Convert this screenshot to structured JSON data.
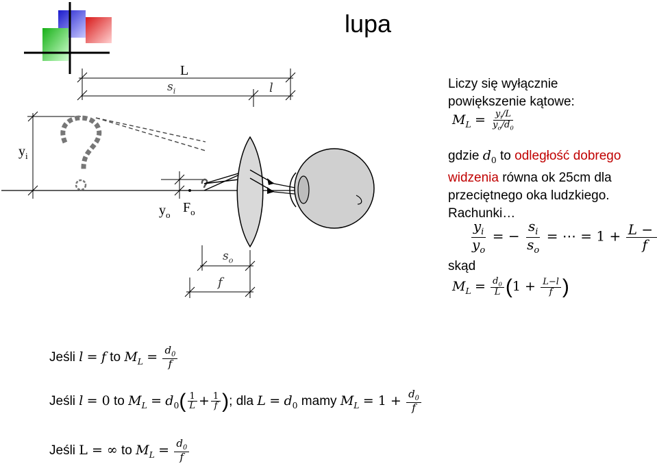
{
  "slide": {
    "title": "lupa",
    "logo": {
      "colors": [
        "#1f1fcc",
        "#cc2020",
        "#20b020",
        "#000000"
      ]
    }
  },
  "diagram": {
    "label_L": "L",
    "label_si": "s",
    "label_si_sub": "i",
    "label_l": "l",
    "label_yi": "y",
    "label_yi_sub": "i",
    "label_yo": "y",
    "label_yo_sub": "o",
    "label_Fo": "F",
    "label_Fo_sub": "o",
    "label_so": "s",
    "label_so_sub": "o",
    "label_f": "f"
  },
  "right_panel": {
    "intro_line1": "Liczy się wyłącznie",
    "intro_line2": "powiększenie kątowe:",
    "gdzie": "gdzie",
    "d0_to": "to",
    "red_phrase1": "odległość dobrego",
    "red_phrase2": "widzenia",
    "rest1": "równa ok 25cm dla",
    "rest2": "przeciętnego oka ludzkiego.",
    "rachunki": "Rachunki…",
    "skad": "skąd"
  },
  "bottom": {
    "case1_prefix": "Jeśli",
    "case1_mid": "to",
    "case2_prefix": "Jeśli",
    "case2_mid": "to",
    "case2_dla": "; dla",
    "case2_mamy": "mamy",
    "case3_prefix": "Jeśli",
    "case3_mid": "to"
  }
}
